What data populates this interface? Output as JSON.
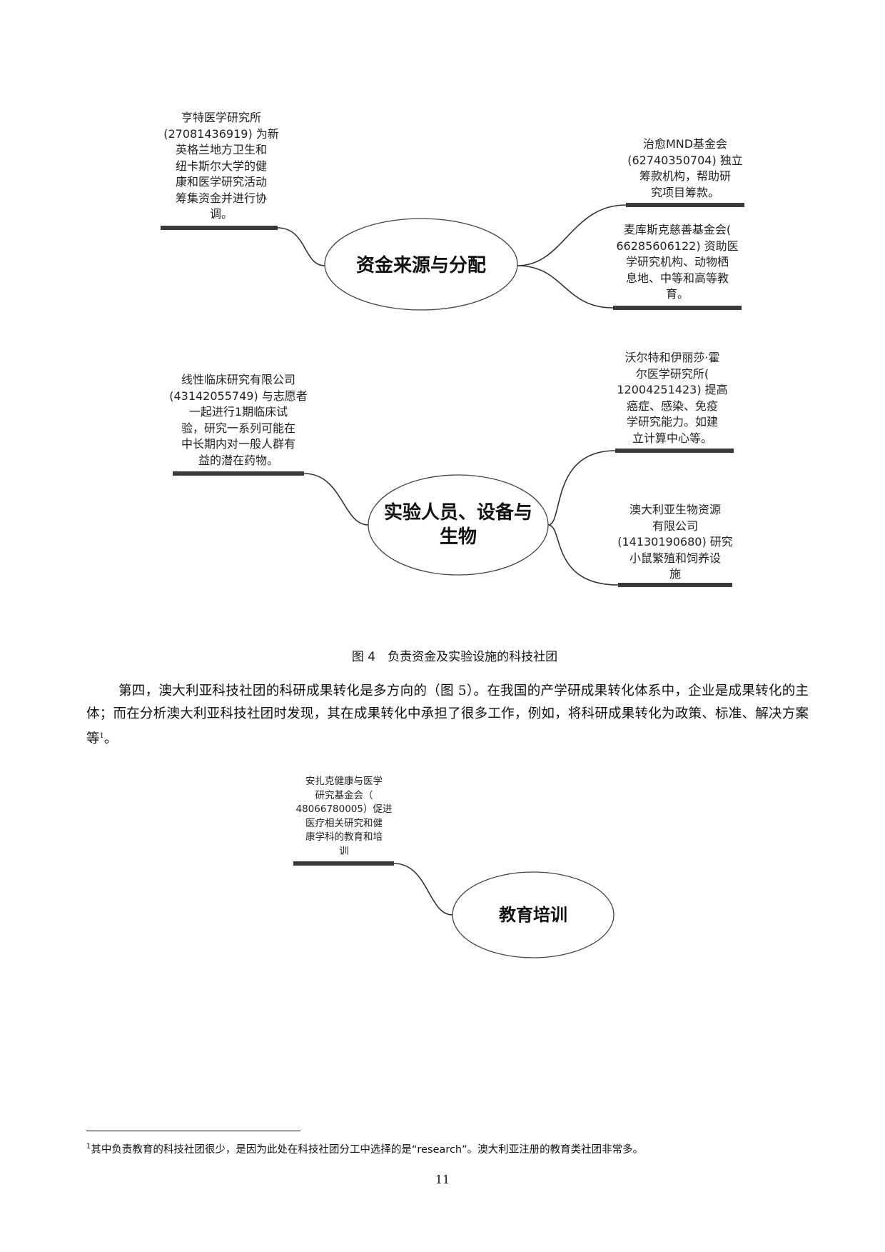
{
  "figure4": {
    "map1": {
      "center": [
        "资金来源与分配"
      ],
      "left": [
        "亨特医学研究所",
        "(27081436919) 为新",
        "英格兰地方卫生和",
        "纽卡斯尔大学的健",
        "康和医学研究活动",
        "筹集资金并进行协",
        "调。"
      ],
      "right_top": [
        "治愈MND基金会",
        "(62740350704) 独立",
        "筹款机构，帮助研",
        "究项目筹款。"
      ],
      "right_bottom": [
        "麦库斯克慈善基金会(",
        "66285606122) 资助医",
        "学研究机构、动物栖",
        "息地、中等和高等教",
        "育。"
      ]
    },
    "map2": {
      "center": [
        "实验人员、设备与",
        "生物"
      ],
      "left": [
        "线性临床研究有限公司",
        "(43142055749) 与志愿者",
        "一起进行1期临床试",
        "验，研究一系列可能在",
        "中长期内对一般人群有",
        "益的潜在药物。"
      ],
      "right_top": [
        "沃尔特和伊丽莎·霍",
        "尔医学研究所(",
        "12004251423) 提高",
        "癌症、感染、免疫",
        "学研究能力。如建",
        "立计算中心等。"
      ],
      "right_bottom": [
        "澳大利亚生物资源",
        "有限公司",
        "(14130190680) 研究",
        "小鼠繁殖和饲养设",
        "施"
      ]
    },
    "caption": "图 4　负责资金及实验设施的科技社团"
  },
  "paragraph": {
    "text": "第四，澳大利亚科技社团的科研成果转化是多方向的（图 5）。在我国的产学研成果转化体系中，企业是成果转化的主体；而在分析澳大利亚科技社团时发现，其在成果转化中承担了很多工作，例如，将科研成果转化为政策、标准、解决方案等",
    "footnote_ref": "1",
    "end": "。"
  },
  "figure5": {
    "center": [
      "教育培训"
    ],
    "left": [
      "安扎克健康与医学",
      "研究基金会（",
      "48066780005）促进",
      "医疗相关研究和健",
      "康学科的教育和培",
      "训"
    ]
  },
  "footnote": {
    "mark": "1",
    "text": "其中负责教育的科技社团很少，是因为此处在科技社团分工中选择的是“research”。澳大利亚注册的教育类社团非常多。"
  },
  "page_number": "11"
}
